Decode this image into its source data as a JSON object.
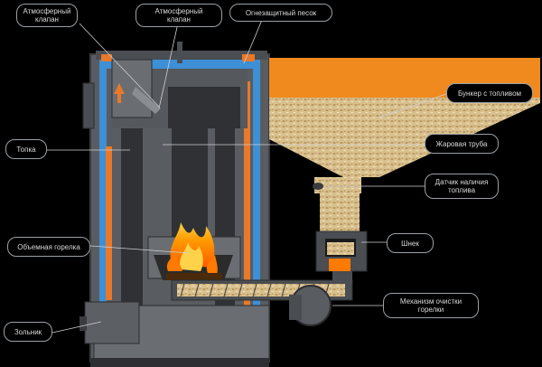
{
  "labels": {
    "atmospheric_valve": "Атмосферный\nклапан",
    "atmospheric_valve_2": "Атмосферный\nклапан",
    "sand_seal": "Огнезащитный песок",
    "fuel_hopper": "Бункер с топливом",
    "firebox": "Топка",
    "flame_tube": "Жаровая труба",
    "fuel_level_sensor": "Датчик наличия\nтоплива",
    "auger": "Шнек",
    "volume_burner": "Объемная горелка",
    "burner_cleaning_mechanism": "Механизм очистки\nгорелки",
    "door": "Зольник"
  },
  "colors": {
    "background": "#000000",
    "water_jacket": "#3d8fd6",
    "casing": "#595c60",
    "casing_dark": "#3a3c3f",
    "insulation": "#e8792b",
    "fuel_top": "#f08a1f",
    "pellets": "#d8c08e",
    "flame": "#ff8a00",
    "callout_border": "#9aa0a6",
    "callout_text": "#d9d9d9",
    "leader_line": "#cfcfcf"
  },
  "icons": {
    "flow_arrow": "up-arrow-icon",
    "flame": "fire-icon"
  }
}
